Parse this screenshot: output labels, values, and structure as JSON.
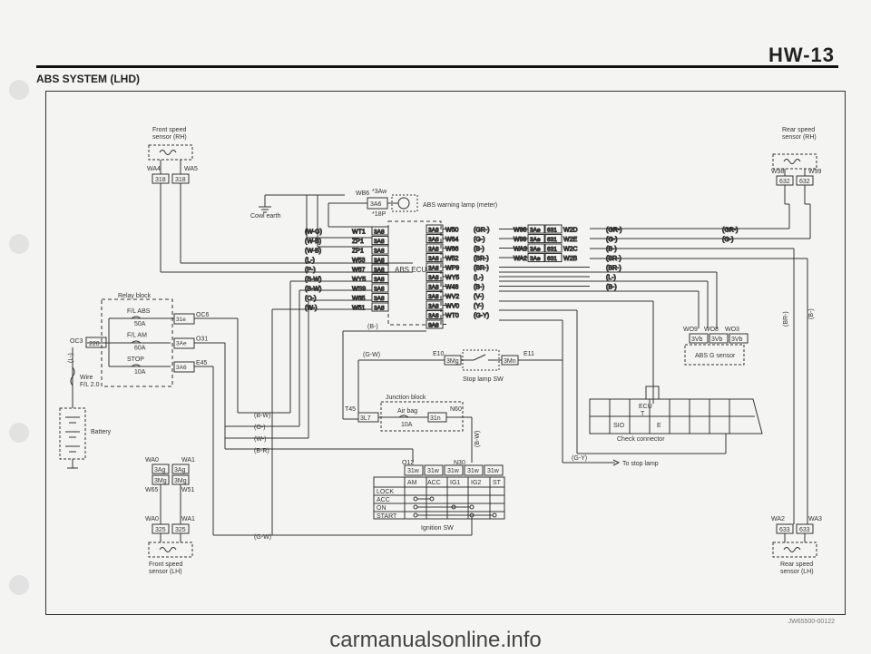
{
  "page_title": "HW-13",
  "section_title": "ABS SYSTEM (LHD)",
  "reference_code": "JW65500-00122",
  "watermark": "carmanualsonline.info",
  "labels": {
    "front_rh": [
      "Front speed",
      "sensor (RH)"
    ],
    "front_lh": [
      "Front speed",
      "sensor (LH)"
    ],
    "rear_rh": [
      "Rear speed",
      "sensor (RH)"
    ],
    "rear_lh": [
      "Rear speed",
      "sensor (LH)"
    ],
    "cowl_earth": "Cowl earth",
    "abs_warning": "ABS warning lamp (meter)",
    "abs_ecu": "ABS ECU",
    "relay_block": "Relay block",
    "battery": "Battery",
    "wire_fl": [
      "Wire",
      "F/L 2.0"
    ],
    "stop_sw": "Stop lamp SW",
    "junction_block": "Junction block",
    "airbag": "Air bag",
    "airbag_amp": "10A",
    "ignition_sw": "Ignition SW",
    "check_connector": "Check connector",
    "to_stop": "To stop lamp",
    "abs_g": "ABS G sensor",
    "ecu": "ECU",
    "t_pin": "T",
    "sio": "SIO",
    "e_pin": "E"
  },
  "fuses": [
    {
      "name": "F/L ABS",
      "amp": "50A",
      "conn": "31e",
      "out": "OC6"
    },
    {
      "name": "F/L AM",
      "amp": "60A",
      "conn": "3Ae",
      "out": "O31"
    },
    {
      "name": "STOP",
      "amp": "10A",
      "conn": "3A6",
      "out": "E45"
    }
  ],
  "wires_top": {
    "wa4": "WA4",
    "wa5": "WA5",
    "wb6": "WB6",
    "w3aw": "*3Aw",
    "w3a": "3A6",
    "w18p": "*18P",
    "w98": "W98",
    "w99": "W99",
    "c318": "318",
    "c632": "632",
    "c633": "633",
    "c325": "325"
  },
  "ecu_left": [
    {
      "color": "(W-G)",
      "wire": "WT1"
    },
    {
      "color": "(W-B)",
      "wire": "ZP1"
    },
    {
      "color": "(W-B)",
      "wire": "ZP1"
    },
    {
      "color": "(L-)",
      "wire": "W53"
    },
    {
      "color": "(P-)",
      "wire": "W67"
    },
    {
      "color": "(B-W)",
      "wire": "WY5"
    },
    {
      "color": "(B-W)",
      "wire": "WS9"
    },
    {
      "color": "(O-)",
      "wire": "W65"
    },
    {
      "color": "(W-)",
      "wire": "W51"
    }
  ],
  "ecu_conn": "3A8",
  "ecu_right": [
    {
      "wire": "W50",
      "color": "(GR-)"
    },
    {
      "wire": "W64",
      "color": "(G-)"
    },
    {
      "wire": "W66",
      "color": "(B-)"
    },
    {
      "wire": "W52",
      "color": "(BR-)"
    },
    {
      "wire": "WP9",
      "color": "(BR-)"
    },
    {
      "wire": "WY5",
      "color": "(L-)"
    },
    {
      "wire": "W48",
      "color": "(B-)"
    },
    {
      "wire": "WV2",
      "color": "(V-)"
    },
    {
      "wire": "WV0",
      "color": "(Y-)"
    },
    {
      "wire": "WT0",
      "color": "(G-Y)"
    },
    {
      "wire": "",
      "color": ""
    }
  ],
  "mid_conn": [
    {
      "a": "W98",
      "b": "3Ae",
      "c": "631",
      "d": "W2D",
      "col": "(GR-)",
      "col2": "(GR-)"
    },
    {
      "a": "W99",
      "b": "3Ae",
      "c": "631",
      "d": "W2E",
      "col": "(G-)",
      "col2": "(G-)"
    },
    {
      "a": "WA3",
      "b": "3Ae",
      "c": "631",
      "d": "W2C",
      "col": "(B-)",
      "col2": ""
    },
    {
      "a": "WA2",
      "b": "3Ae",
      "c": "631",
      "d": "W2B",
      "col": "(BR-)",
      "col2": ""
    },
    {
      "a": "",
      "b": "",
      "c": "",
      "d": "",
      "col": "(BR-)",
      "col2": ""
    },
    {
      "a": "",
      "b": "",
      "c": "",
      "d": "",
      "col": "(L-)",
      "col2": ""
    },
    {
      "a": "",
      "b": "",
      "c": "",
      "d": "",
      "col": "(B-)",
      "col2": ""
    }
  ],
  "g_sensor": {
    "w1": "WO9",
    "w2": "WO8",
    "w3": "WO3",
    "c": "3Vb"
  },
  "misc": {
    "oc3": "OC3",
    "c220": "220",
    "l_wire": "(L-)",
    "b_wire": "(B-)",
    "gw": "(G-W)",
    "gw2": "(G-W)",
    "e10": "E10",
    "e11": "E11",
    "c3mg": "3Mg",
    "c3mh": "3Mn",
    "t45": "T45",
    "n60": "N60",
    "c3l7": "3L7",
    "c31n": "31n",
    "bw_v": "(B-W)",
    "bw": "(B-W)",
    "o": "(O-)",
    "w": "(W-)",
    "br": "(B-R)",
    "gy": "(G-Y)",
    "br_v": "(BR-)",
    "b_v": "(B-)",
    "wa0": "WA0",
    "wa1": "WA1",
    "w65": "W65",
    "w51": "W51",
    "c3ag": "3Ag",
    "c3mg2": "3Mg",
    "wa2": "WA2",
    "wa3": "WA3",
    "o12": "O12",
    "n30": "N30",
    "c31w": "31w"
  },
  "ign_table": {
    "headers": [
      "AM",
      "ACC",
      "IG1",
      "IG2",
      "ST"
    ],
    "rows": [
      "LOCK",
      "ACC",
      "ON",
      "START"
    ]
  }
}
